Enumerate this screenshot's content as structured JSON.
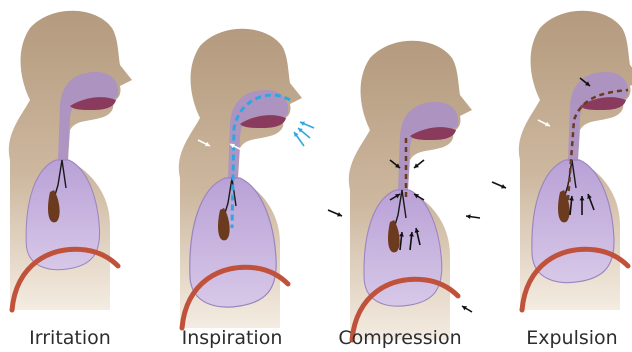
{
  "panels": [
    {
      "label": "Irritation"
    },
    {
      "label": "Inspiration"
    },
    {
      "label": "Compression"
    },
    {
      "label": "Expulsion"
    }
  ],
  "colors": {
    "skin": "#b49a7e",
    "skin_light": "#efe4d6",
    "lung": "#c7b3dc",
    "lung_outline": "#9b84bf",
    "airway": "#a98fc9",
    "tongue": "#8a3a5c",
    "diaphragm": "#c0513a",
    "mucus": "#6b3a1f",
    "inhale_arrow": "#2ea7e0",
    "pressure_arrow": "#111111",
    "text": "#2d2d2d"
  },
  "icons": [
    "inhale-arrow-icon",
    "pressure-arrow-icon",
    "outflow-arrow-icon"
  ]
}
